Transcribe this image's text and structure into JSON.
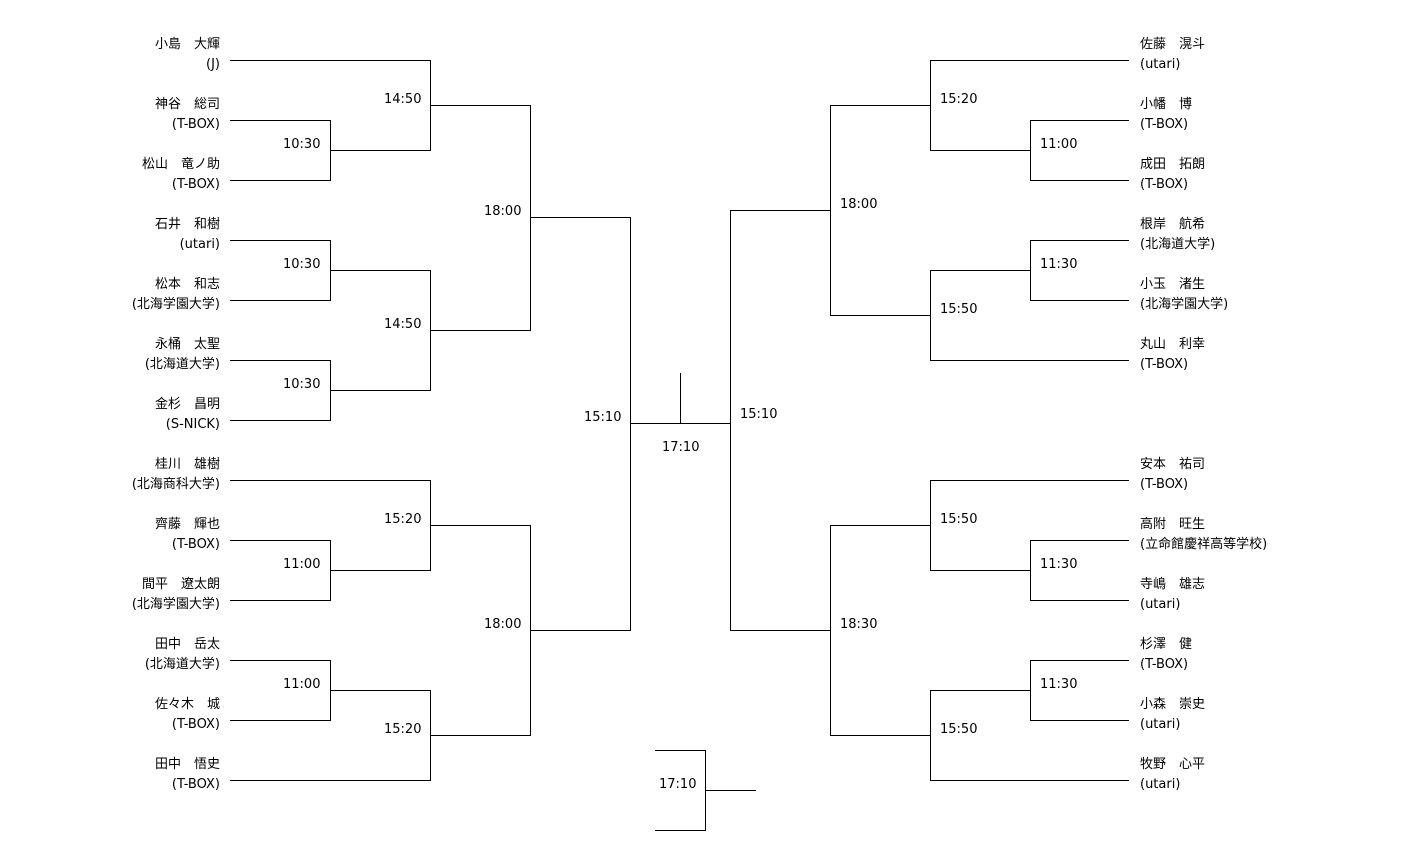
{
  "left_players": [
    {
      "name": "小島　大輝",
      "team": "(J)"
    },
    {
      "name": "神谷　総司",
      "team": "(T-BOX)"
    },
    {
      "name": "松山　竜ノ助",
      "team": "(T-BOX)"
    },
    {
      "name": "石井　和樹",
      "team": "(utari)"
    },
    {
      "name": "松本　和志",
      "team": "(北海学園大学)"
    },
    {
      "name": "永桶　太聖",
      "team": "(北海道大学)"
    },
    {
      "name": "金杉　昌明",
      "team": "(S-NICK)"
    },
    {
      "name": "桂川　雄樹",
      "team": "(北海商科大学)"
    },
    {
      "name": "齊藤　輝也",
      "team": "(T-BOX)"
    },
    {
      "name": "間平　遼太朗",
      "team": "(北海学園大学)"
    },
    {
      "name": "田中　岳太",
      "team": "(北海道大学)"
    },
    {
      "name": "佐々木　城",
      "team": "(T-BOX)"
    },
    {
      "name": "田中　悟史",
      "team": "(T-BOX)"
    }
  ],
  "right_players": [
    {
      "name": "佐藤　滉斗",
      "team": "(utari)"
    },
    {
      "name": "小幡　博",
      "team": "(T-BOX)"
    },
    {
      "name": "成田　拓朗",
      "team": "(T-BOX)"
    },
    {
      "name": "根岸　航希",
      "team": "(北海道大学)"
    },
    {
      "name": "小玉　渚生",
      "team": "(北海学園大学)"
    },
    {
      "name": "丸山　利幸",
      "team": "(T-BOX)"
    },
    {
      "name": "安本　祐司",
      "team": "(T-BOX)"
    },
    {
      "name": "高附　旺生",
      "team": "(立命館慶祥高等学校)"
    },
    {
      "name": "寺嶋　雄志",
      "team": "(utari)"
    },
    {
      "name": "杉澤　健",
      "team": "(T-BOX)"
    },
    {
      "name": "小森　崇史",
      "team": "(utari)"
    },
    {
      "name": "牧野　心平",
      "team": "(utari)"
    }
  ],
  "match_times": {
    "l_r1_a": "10:30",
    "l_r1_b": "10:30",
    "l_r1_c": "10:30",
    "l_r1_d": "11:00",
    "l_r1_e": "11:00",
    "l_r2_a": "14:50",
    "l_r2_b": "14:50",
    "l_r2_c": "15:20",
    "l_r2_d": "15:20",
    "l_qf_a": "18:00",
    "l_qf_b": "18:00",
    "l_sf": "15:10",
    "final": "17:10",
    "r_sf": "15:10",
    "r_qf_a": "18:00",
    "r_qf_b": "18:30",
    "r_r2_a": "15:20",
    "r_r2_b": "15:50",
    "r_r2_c": "15:50",
    "r_r2_d": "15:50",
    "r_r1_a": "11:00",
    "r_r1_b": "11:30",
    "r_r1_c": "11:30",
    "r_r1_d": "11:30",
    "third_place": "17:10"
  }
}
